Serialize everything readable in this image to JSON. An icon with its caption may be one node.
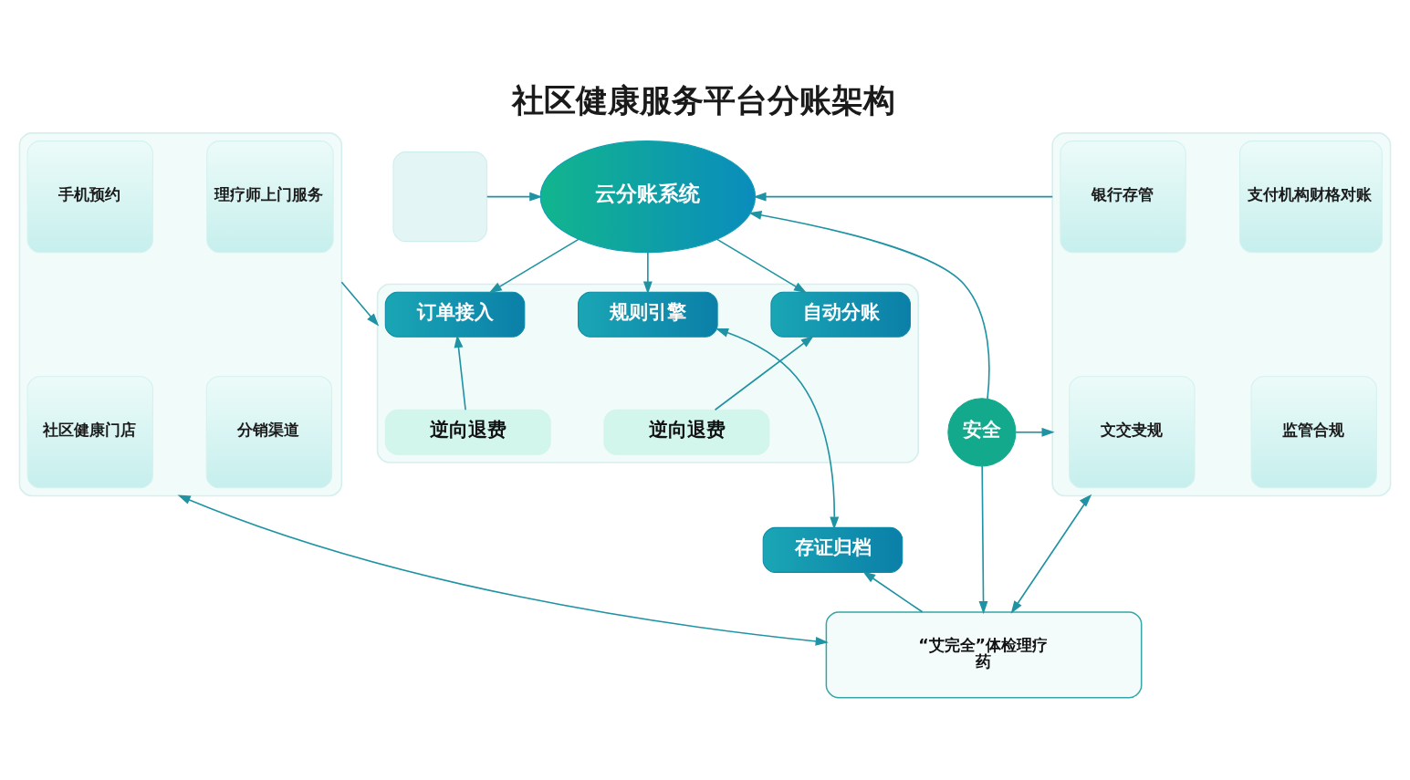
{
  "diagram": {
    "title": "社区健康服务平台分账架构",
    "nodes": [
      {
        "text": [],
        "shape": "box"
      },
      {
        "text": [
          "手机预约"
        ],
        "in": 0
      },
      {
        "text": [
          "理疗师上门服务"
        ],
        "in": 0
      },
      {
        "text": [
          "社区健康门店"
        ],
        "in": 0
      },
      {
        "text": [
          "分销渠道"
        ],
        "in": 0
      },
      {
        "text": [],
        "shape": "box"
      },
      {
        "text": [
          "云分账系统"
        ]
      },
      {
        "text": [],
        "shape": "box"
      },
      {
        "text": [
          "订单接入"
        ],
        "in": 7
      },
      {
        "text": [
          "规则引擎"
        ],
        "in": 7
      },
      {
        "text": [
          "自动分账"
        ],
        "in": 7
      },
      {
        "text": [
          "逆向退费"
        ],
        "in": 7
      },
      {
        "text": [
          "逆向退费"
        ],
        "in": 7
      },
      {
        "text": [
          "存证归档"
        ]
      },
      {
        "text": [
          "安全"
        ]
      },
      {
        "text": [],
        "shape": "box"
      },
      {
        "text": [
          "银行存管"
        ],
        "in": 15
      },
      {
        "text": [
          "支付机构财格对账"
        ],
        "in": 15
      },
      {
        "text": [
          "文交叏规"
        ],
        "in": 15
      },
      {
        "text": [
          "监管合规"
        ],
        "in": 15
      },
      {
        "text": [
          "“艾完全”体检理疗",
          "药"
        ]
      }
    ],
    "edges": [
      {
        "from": 5,
        "to": 6,
        "arrow": "to"
      },
      {
        "from": 15,
        "to": 6,
        "arrow": "to"
      },
      {
        "from": 14,
        "to": 6,
        "arrow": "to"
      },
      {
        "from": 6,
        "to": 8,
        "arrow": "to"
      },
      {
        "from": 6,
        "to": 9,
        "arrow": "to"
      },
      {
        "from": 6,
        "to": 10,
        "arrow": "to"
      },
      {
        "from": 0,
        "to": 7,
        "arrow": "to"
      },
      {
        "from": 14,
        "to": 15,
        "arrow": "to"
      },
      {
        "from": 11,
        "to": 8,
        "arrow": "to"
      },
      {
        "from": 12,
        "to": 10,
        "arrow": "to"
      },
      {
        "from": 9,
        "to": 13,
        "arrow": "both"
      },
      {
        "from": 20,
        "to": 13,
        "arrow": "to"
      },
      {
        "from": 0,
        "to": 20,
        "arrow": "both"
      },
      {
        "from": 14,
        "to": 20,
        "arrow": "to"
      },
      {
        "from": 15,
        "to": 20,
        "arrow": "both"
      }
    ]
  }
}
